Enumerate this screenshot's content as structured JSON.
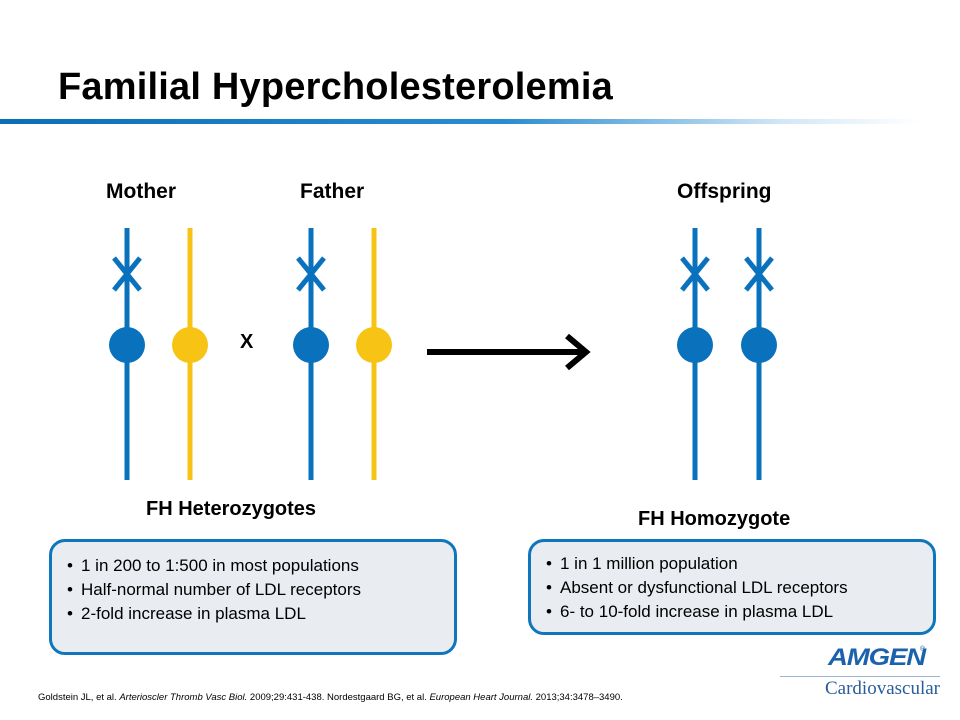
{
  "title": "Familial Hypercholesterolemia",
  "labels": {
    "mother": "Mother",
    "father": "Father",
    "offspring": "Offspring",
    "cross": "X",
    "heterozygotes": "FH Heterozygotes",
    "homozygote": "FH Homozygote"
  },
  "heterozygote_facts": [
    "1 in 200 to 1:500 in most populations",
    "Half-normal number of LDL receptors",
    "2-fold increase in plasma LDL"
  ],
  "homozygote_facts": [
    "1 in 1 million population",
    "Absent or dysfunctional LDL receptors",
    "6- to 10-fold increase in plasma LDL"
  ],
  "citation": {
    "a_authors": "Goldstein JL, et al. ",
    "a_journal": "Arterioscler Thromb Vasc Biol.",
    "a_details": " 2009;29:431-438. Nordestgaard BG, et al. ",
    "b_journal": "European Heart Journal.",
    "b_details": " 2013;34:3478–3490."
  },
  "logo": {
    "brand": "AMGEN",
    "reg": "®",
    "division": "Cardiovascular"
  },
  "colors": {
    "mutant_allele": "#0a72bd",
    "normal_allele": "#f7c314",
    "accent": "#0f76bb",
    "box_fill": "#e9ecf1"
  },
  "icons": {
    "mutation_mark": "x-mark-icon",
    "inheritance_arrow": "arrow-right-icon"
  }
}
